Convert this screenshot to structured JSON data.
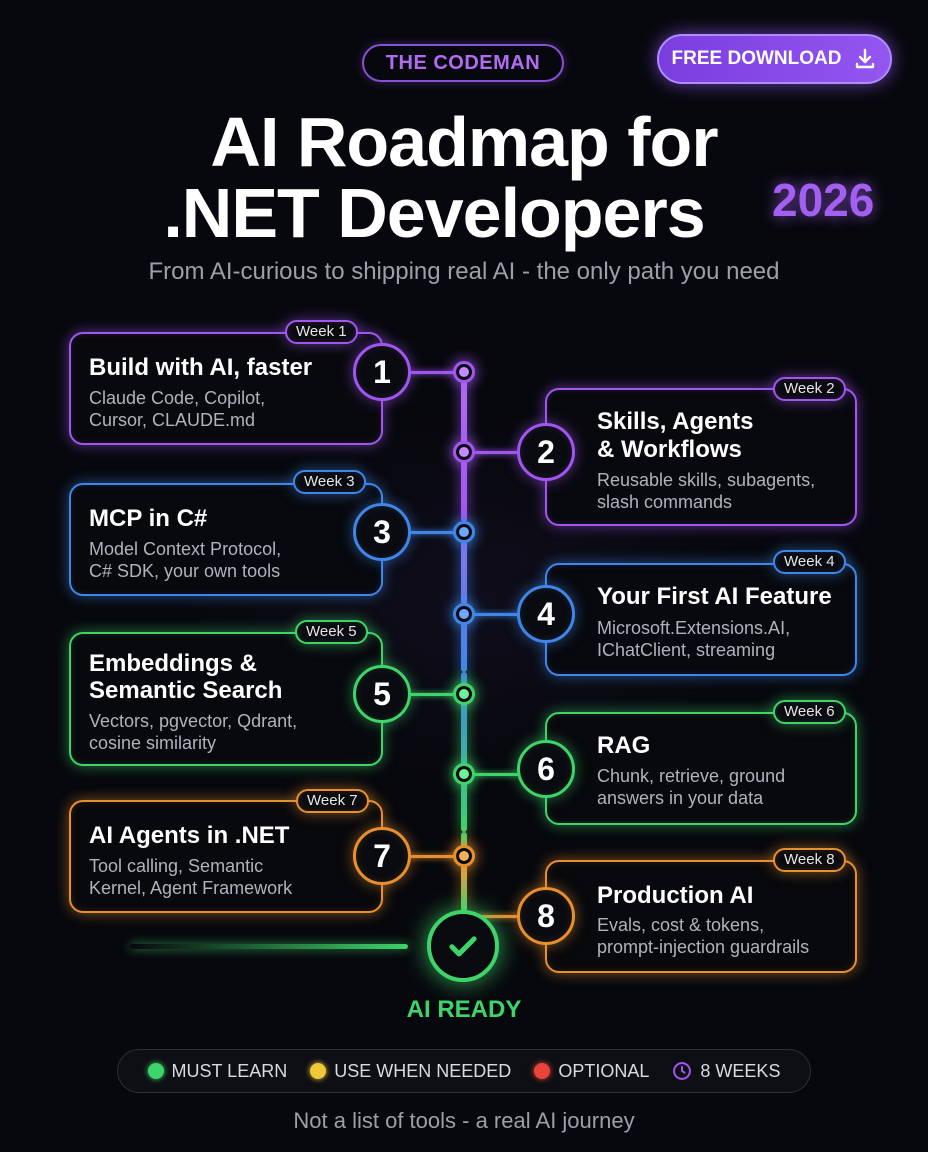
{
  "header": {
    "brand": "THE CODEMAN",
    "download_label": "FREE DOWNLOAD",
    "download_icon": "download-icon",
    "title_line1": "AI Roadmap for",
    "title_line2": ".NET Developers",
    "year": "2026",
    "subtitle": "From AI-curious to shipping real AI - the only path you need"
  },
  "colors": {
    "purple": "#a156f0",
    "blue": "#3f86e8",
    "green": "#3fd46a",
    "orange": "#e88f2e",
    "yellow": "#f0c93a",
    "red": "#e8443a"
  },
  "steps": [
    {
      "number": "1",
      "week": "Week 1",
      "title": "Build with AI, faster",
      "desc1": "Claude Code, Copilot,",
      "desc2": "Cursor, CLAUDE.md"
    },
    {
      "number": "2",
      "week": "Week 2",
      "title1": "Skills, Agents",
      "title2": "& Workflows",
      "desc1": "Reusable skills, subagents,",
      "desc2": "slash commands"
    },
    {
      "number": "3",
      "week": "Week 3",
      "title": "MCP in C#",
      "desc1": "Model Context Protocol,",
      "desc2": "C# SDK, your own tools"
    },
    {
      "number": "4",
      "week": "Week 4",
      "title": "Your First AI Feature",
      "desc1": "Microsoft.Extensions.AI,",
      "desc2": "IChatClient, streaming"
    },
    {
      "number": "5",
      "week": "Week 5",
      "title1": "Embeddings &",
      "title2": "Semantic Search",
      "desc1": "Vectors, pgvector, Qdrant,",
      "desc2": "cosine similarity"
    },
    {
      "number": "6",
      "week": "Week 6",
      "title": "RAG",
      "desc1": "Chunk, retrieve, ground",
      "desc2": "answers in your data"
    },
    {
      "number": "7",
      "week": "Week 7",
      "title": "AI Agents in .NET",
      "desc1": "Tool calling, Semantic",
      "desc2": "Kernel, Agent Framework"
    },
    {
      "number": "8",
      "week": "Week 8",
      "title": "Production AI",
      "desc1": "Evals, cost & tokens,",
      "desc2": "prompt-injection guardrails"
    }
  ],
  "goal": {
    "label": "AI READY",
    "icon": "checkmark-icon"
  },
  "legend": [
    {
      "label": "MUST LEARN",
      "color": "#3fd46a"
    },
    {
      "label": "USE WHEN NEEDED",
      "color": "#f0c93a"
    },
    {
      "label": "OPTIONAL",
      "color": "#e8443a"
    },
    {
      "label": "8 WEEKS",
      "icon": "clock-icon",
      "color": "#a156f0"
    }
  ],
  "footer": "Not a list of tools - a real AI journey"
}
